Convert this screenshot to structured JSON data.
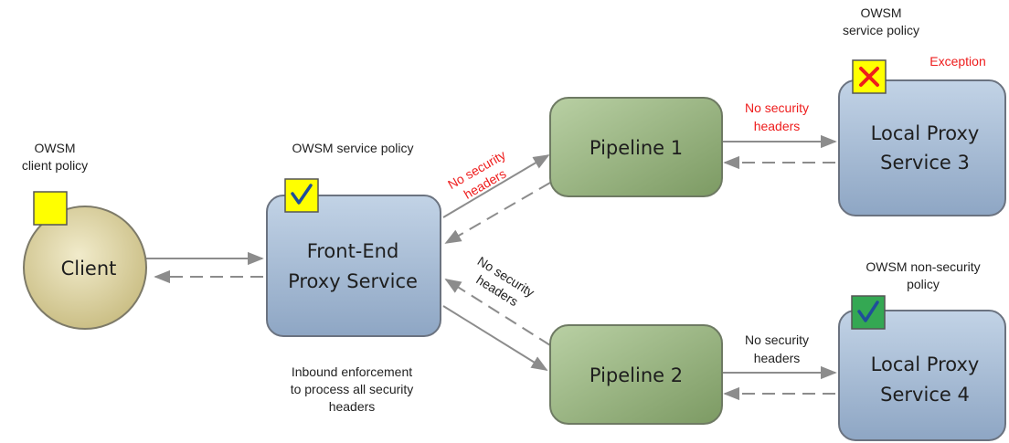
{
  "colors": {
    "client_fill": "#d9cf9c",
    "client_stroke": "#7d7a68",
    "proxy_fill": "#a9bed6",
    "proxy_stroke": "#6b7380",
    "pipeline_fill": "#9bb783",
    "pipeline_stroke": "#6e7a63",
    "policy_box": "#ffff00",
    "policy_box_green": "#34a853",
    "check_color": "#1f4e9a",
    "exception_red": "#ee1c1c",
    "arrow": "#8c8c8c"
  },
  "icons": {
    "check": "check-icon",
    "cross": "cross-icon"
  },
  "nodes": {
    "client": {
      "label": "Client"
    },
    "front_end": {
      "line1": "Front-End",
      "line2": "Proxy Service"
    },
    "pipeline1": {
      "label": "Pipeline 1"
    },
    "pipeline2": {
      "label": "Pipeline 2"
    },
    "local3": {
      "line1": "Local Proxy",
      "line2": "Service 3"
    },
    "local4": {
      "line1": "Local Proxy",
      "line2": "Service 4"
    }
  },
  "labels": {
    "client_policy": {
      "line1": "OWSM",
      "line2": "client policy"
    },
    "front_policy": "OWSM service policy",
    "local3_policy": {
      "line1": "OWSM",
      "line2": "service policy"
    },
    "exception": "Exception",
    "local4_policy": {
      "line1": "OWSM non-security",
      "line2": "policy"
    },
    "inbound": {
      "line1": "Inbound enforcement",
      "line2": "to process all security",
      "line3": "headers"
    },
    "fe_to_p1": {
      "line1": "No security",
      "line2": "headers"
    },
    "fe_to_p2": {
      "line1": "No security",
      "line2": "headers"
    },
    "p1_to_l3": {
      "line1": "No security",
      "line2": "headers"
    },
    "p2_to_l4": {
      "line1": "No security",
      "line2": "headers"
    }
  }
}
